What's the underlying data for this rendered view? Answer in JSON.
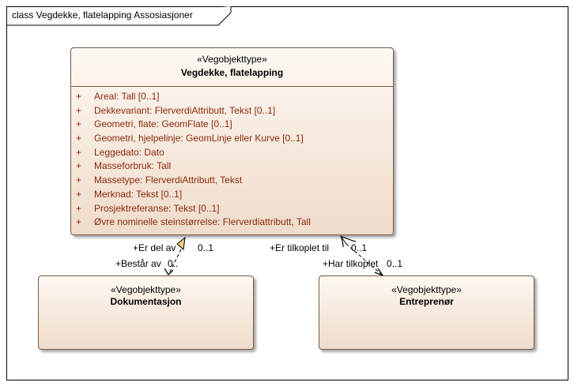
{
  "frame": {
    "title": "class Vegdekke, flatelapping Assosiasjoner"
  },
  "main_class": {
    "stereotype": "«Vegobjekttype»",
    "name": "Vegdekke, flatelapping",
    "attributes": [
      {
        "vis": "+",
        "text": "Areal: Tall [0..1]"
      },
      {
        "vis": "+",
        "text": "Dekkevariant: FlerverdiAttributt, Tekst [0..1]"
      },
      {
        "vis": "+",
        "text": "Geometri, flate: GeomFlate [0..1]"
      },
      {
        "vis": "+",
        "text": "Geometri, hjelpelinje: GeomLinje eller Kurve [0..1]"
      },
      {
        "vis": "+",
        "text": "Leggedato: Dato"
      },
      {
        "vis": "+",
        "text": "Masseforbruk: Tall"
      },
      {
        "vis": "+",
        "text": "Massetype: FlerverdiAttributt, Tekst"
      },
      {
        "vis": "+",
        "text": "Merknad: Tekst [0..1]"
      },
      {
        "vis": "+",
        "text": "Prosjektreferanse: Tekst [0..1]"
      },
      {
        "vis": "+",
        "text": "Øvre nominelle steinstørrelse: Flerverdiattributt, Tall"
      }
    ]
  },
  "doc_class": {
    "stereotype": "«Vegobjekttype»",
    "name": "Dokumentasjon"
  },
  "ent_class": {
    "stereotype": "«Vegobjekttype»",
    "name": "Entreprenør"
  },
  "assoc_doc": {
    "source_role": "+Er del av",
    "source_mult": "0..1",
    "target_role": "+Består av",
    "target_mult": "0.."
  },
  "assoc_ent": {
    "source_role": "+Er tilkoplet til",
    "source_mult": "0..1",
    "target_role": "+Har tilkoplet",
    "target_mult": "0..1"
  }
}
